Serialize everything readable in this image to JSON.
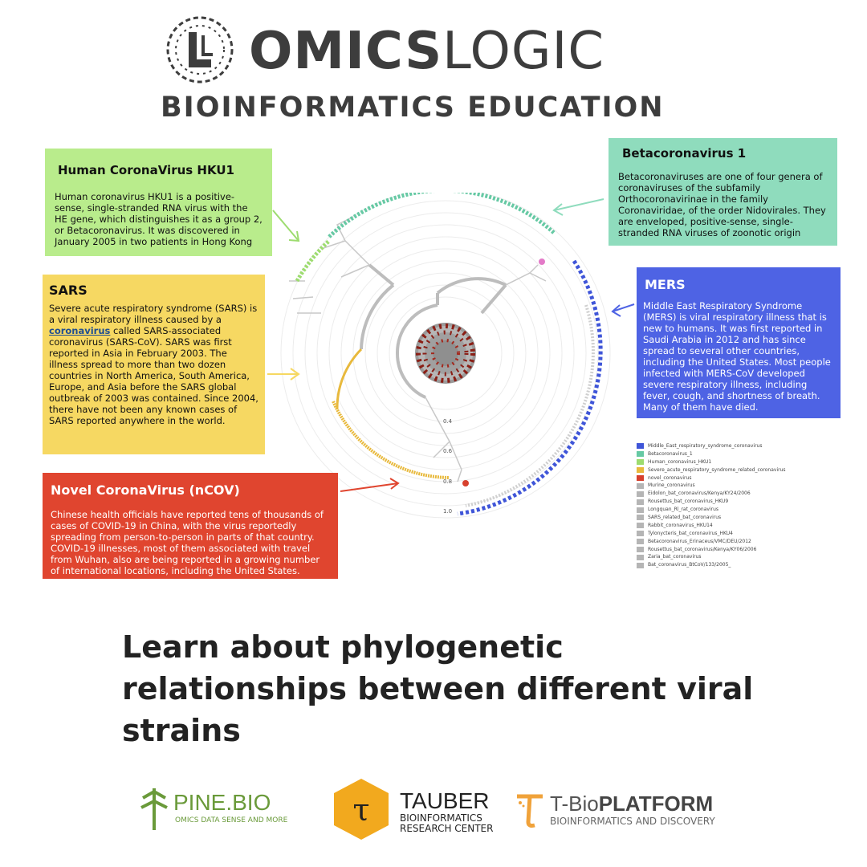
{
  "header": {
    "title_bold": "OMICS",
    "title_light": "LOGIC",
    "subtitle": "BIOINFORMATICS EDUCATION"
  },
  "boxes": {
    "hku1": {
      "title": "Human CoronaVirus HKU1",
      "body": "Human coronavirus HKU1 is a positive-sense, single-stranded RNA virus with the HE gene, which distinguishes it as a group 2, or Betacoronavirus. It was discovered in January 2005 in two patients in Hong Kong",
      "color": "#b9ec8c"
    },
    "beta": {
      "title": "Betacoronavirus 1",
      "body": "Betacoronaviruses are one of four genera of coronaviruses of the subfamily Orthocoronavirinae in the family Coronaviridae, of the order Nidovirales. They are enveloped, positive-sense, single-stranded RNA viruses of zoonotic origin",
      "color": "#8fdcbd"
    },
    "sars": {
      "title": "SARS",
      "body_before": "Severe acute respiratory syndrome (SARS) is a viral respiratory illness caused by a ",
      "link": "coronavirus",
      "body_after": " called SARS-associated coronavirus (SARS-CoV). SARS was first reported in Asia in February 2003. The illness spread to more than two dozen countries in North America, South America, Europe, and Asia before the SARS global outbreak of 2003 was contained. Since 2004, there have not been any known cases of SARS reported anywhere in the world.",
      "color": "#f6d862"
    },
    "mers": {
      "title": "MERS",
      "body": "Middle East Respiratory Syndrome (MERS) is viral respiratory illness that is new to humans. It was first reported in Saudi Arabia in 2012 and has since spread to several other countries, including the United States. Most people infected with MERS-CoV developed severe respiratory illness, including fever, cough, and shortness of breath. Many of them have died.",
      "color": "#4e63e4"
    },
    "ncov": {
      "title": "Novel CoronaVirus (nCOV)",
      "body": "Chinese health officials have reported tens of thousands of cases of COVID-19 in China, with the virus reportedly spreading from person-to-person in parts of that country. COVID-19 illnesses, most of them associated with travel from Wuhan, also are being reported in a growing number of international locations, including the United States.",
      "color": "#e0452f"
    }
  },
  "tree": {
    "scale_labels": [
      "0.4",
      "0.6",
      "0.8",
      "1.0"
    ]
  },
  "legend": [
    {
      "label": "Middle_East_respiratory_syndrome_coronavirus",
      "color": "#3f55d8"
    },
    {
      "label": "Betacoronavirus_1",
      "color": "#66c9a4"
    },
    {
      "label": "Human_coronavirus_HKU1",
      "color": "#9ddc6f"
    },
    {
      "label": "Severe_acute_respiratory_syndrome_related_coronavirus",
      "color": "#e8b93c"
    },
    {
      "label": "novel_coronavirus",
      "color": "#d7402d"
    },
    {
      "label": "Murine_coronavirus",
      "color": "#b5b5b5"
    },
    {
      "label": "Eidolon_bat_coronavirus/Kenya/KY24/2006",
      "color": "#b5b5b5"
    },
    {
      "label": "Rousettus_bat_coronavirus_HKU9",
      "color": "#b5b5b5"
    },
    {
      "label": "Longquan_Rl_rat_coronavirus",
      "color": "#b5b5b5"
    },
    {
      "label": "SARS_related_bat_coronavirus",
      "color": "#b5b5b5"
    },
    {
      "label": "Rabbit_coronavirus_HKU14",
      "color": "#b5b5b5"
    },
    {
      "label": "Tylonycteris_bat_coronavirus_HKU4",
      "color": "#b5b5b5"
    },
    {
      "label": "Betacoronavirus_Erinaceus/VMC/DEU/2012",
      "color": "#b5b5b5"
    },
    {
      "label": "Rousettus_bat_coronavirus/Kenya/KY06/2006",
      "color": "#b5b5b5"
    },
    {
      "label": "Zaria_bat_coronavirus",
      "color": "#b5b5b5"
    },
    {
      "label": "Bat_coronavirus_BtCoV/133/2005_",
      "color": "#b5b5b5"
    }
  ],
  "tagline": "Learn about phylogenetic relationships between different viral strains",
  "footer": {
    "pine_name": "PINE.BIO",
    "pine_tagline": "OMICS DATA SENSE AND MORE",
    "tauber_name": "TAUBER",
    "tauber_sub1": "BIOINFORMATICS",
    "tauber_sub2": "RESEARCH CENTER",
    "tbio_prefix": "T-Bio",
    "tbio_strong": "PLATFORM",
    "tbio_tagline": "BIOINFORMATICS AND DISCOVERY"
  }
}
